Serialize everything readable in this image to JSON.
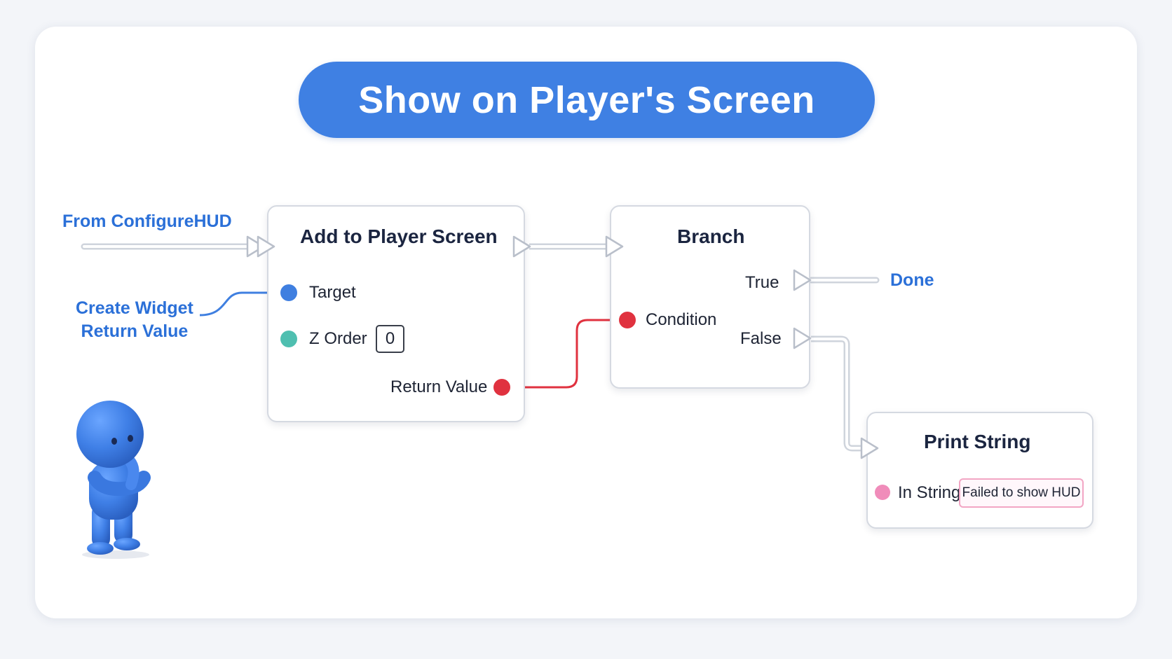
{
  "title": "Show on Player's Screen",
  "external": {
    "from_label": "From ConfigureHUD",
    "create_widget_line1": "Create Widget",
    "create_widget_line2": "Return Value",
    "done_label": "Done"
  },
  "nodes": {
    "add_to_player_screen": {
      "title": "Add to Player Screen",
      "target_label": "Target",
      "zorder_label": "Z Order",
      "zorder_value": "0",
      "return_label": "Return Value"
    },
    "branch": {
      "title": "Branch",
      "true_label": "True",
      "false_label": "False",
      "condition_label": "Condition"
    },
    "print_string": {
      "title": "Print String",
      "in_string_label": "In String",
      "in_string_value": "Failed to show HUD"
    }
  },
  "colors": {
    "accent": "#3f80e3",
    "object_pin": "#3f7fe0",
    "int_pin": "#4fbfb0",
    "bool_pin": "#e0323f",
    "string_pin": "#f08cba",
    "exec_wire": "#d8dce3",
    "label_blue": "#2b70d8"
  },
  "icons": {
    "exec_pin": "exec-arrow-icon",
    "mascot": "thinking-figure-icon"
  }
}
